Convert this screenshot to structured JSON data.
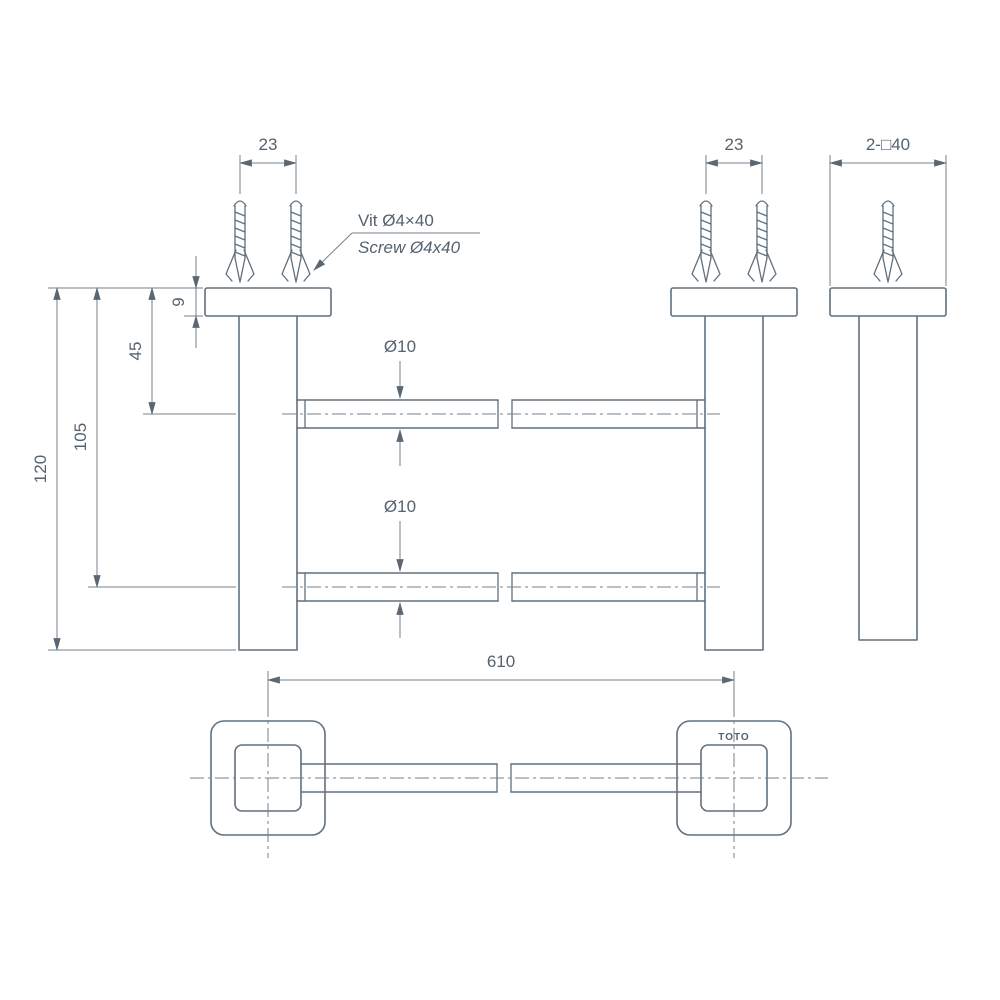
{
  "colors": {
    "line": "#60707d",
    "text": "#54626f",
    "background": "#ffffff"
  },
  "front_view": {
    "screw_spacing_left": "23",
    "screw_spacing_right": "23",
    "note_line1": "Vit Ø4×40",
    "note_line2": "Screw Ø4x40",
    "flange_thickness": "9",
    "top_bar_offset": "45",
    "bottom_bar_offset": "105",
    "overall_height": "120",
    "top_bar_diameter": "Ø10",
    "bottom_bar_diameter": "Ø10"
  },
  "side_view": {
    "flange_size": "2-□40"
  },
  "plan_view": {
    "bar_length": "610",
    "brand": "TOTO"
  }
}
